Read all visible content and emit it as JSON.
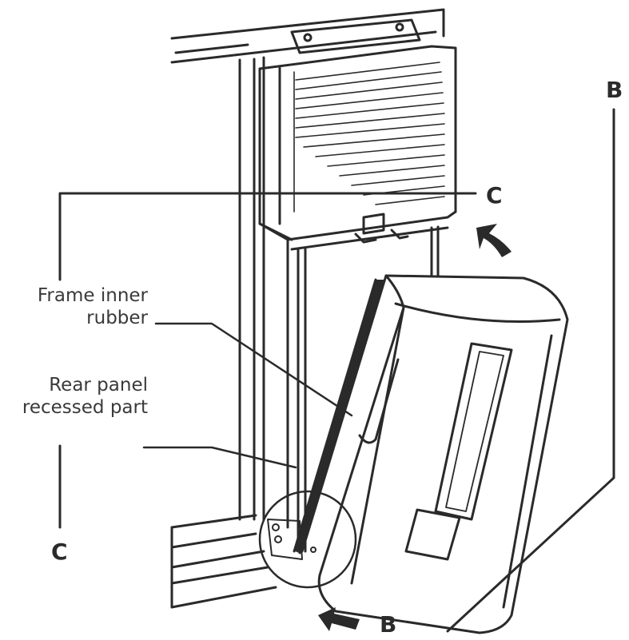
{
  "labels": {
    "frame_inner_rubber_line1": "Frame inner",
    "frame_inner_rubber_line2": "rubber",
    "rear_panel_line1": "Rear panel",
    "rear_panel_line2": "recessed part",
    "section_c_top": "C",
    "section_c_bottom": "C",
    "section_b_top": "B",
    "section_b_bottom": "B"
  },
  "colors": {
    "line": "#2a2a2a",
    "text": "#3a3a3a",
    "shade": "#d9d9d9",
    "background": "#ffffff"
  },
  "icons": [
    "rotate-up-arrow-icon",
    "slide-left-arrow-icon",
    "detail-circle"
  ]
}
